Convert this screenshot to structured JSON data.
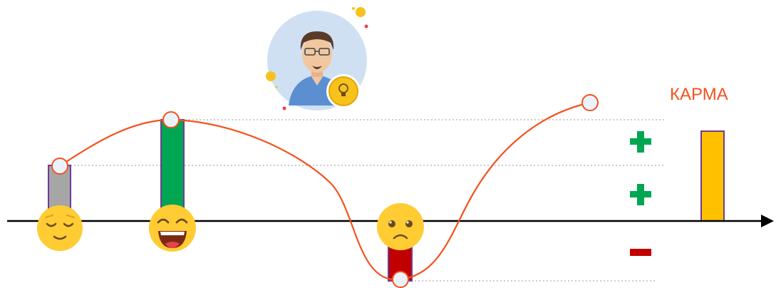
{
  "label": "КАРМА",
  "colors": {
    "curve": "#f4511e",
    "axis": "#000000",
    "bar_neutral": "#a6a6a6",
    "bar_good": "#00a651",
    "bar_bad": "#c00000",
    "bar_karma": "#ffc000",
    "bar_border": "#6f3b97",
    "plus": "#00a651",
    "minus": "#c00000",
    "emoji_face": "#ffcc33",
    "avatar_circle": "#cfe0f2"
  },
  "diagram": {
    "bars": [
      {
        "name": "bar-relaxed",
        "color": "bar_neutral"
      },
      {
        "name": "bar-happy",
        "color": "bar_good"
      },
      {
        "name": "bar-sad",
        "color": "bar_bad"
      },
      {
        "name": "bar-karma",
        "color": "bar_karma"
      }
    ],
    "emojis": [
      {
        "name": "relieved-face-icon",
        "mood": "relieved"
      },
      {
        "name": "laughing-face-icon",
        "mood": "laughing"
      },
      {
        "name": "worried-face-icon",
        "mood": "worried"
      }
    ],
    "signs": [
      "plus",
      "plus",
      "minus"
    ],
    "avatar_icon": "man-with-lightbulb-badge-icon"
  }
}
